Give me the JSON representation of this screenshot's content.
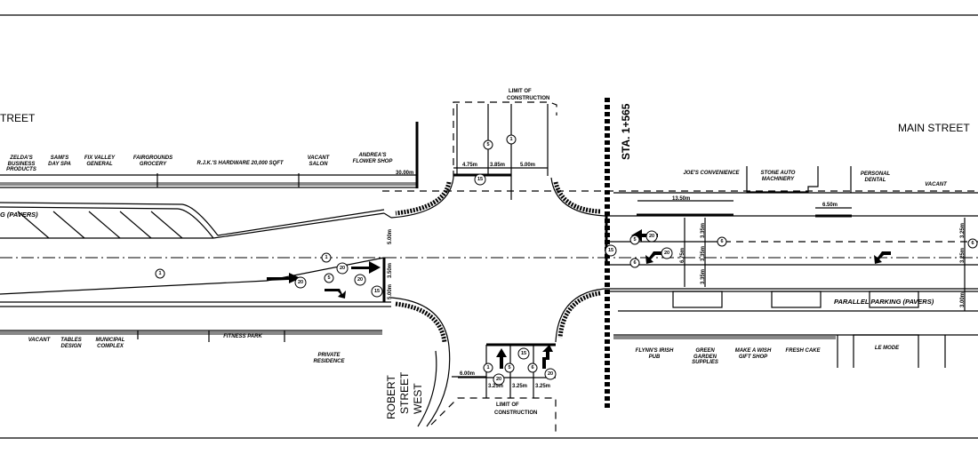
{
  "drawing": {
    "streets": {
      "west_main_partial": "TREET",
      "east_main": "MAIN STREET",
      "south_side": [
        "ROBERT",
        "STREET",
        "WEST"
      ]
    },
    "station": "STA. 1+565",
    "limit_of_construction": [
      "LIMIT OF",
      "CONSTRUCTION"
    ],
    "parking_labels": {
      "west": "G (PAVERS)",
      "east": "PARALLEL PARKING (PAVERS)"
    },
    "dimensions": {
      "north_leg": [
        "4.75m",
        "3.85m",
        "5.00m"
      ],
      "north_frontage": "30.00m",
      "east_parking_1": "13.50m",
      "east_parking_2": "6.50m",
      "east_lanes": [
        "3.35m",
        "3.35m",
        "6.75m",
        "3.35m"
      ],
      "east_lanes_far": [
        "3.25m",
        "3.25m",
        "3.00m"
      ],
      "west_lanes": [
        "5.00m",
        "3.50m",
        "5.00m"
      ],
      "south_leg": [
        "3.25m",
        "3.25m",
        "3.25m"
      ],
      "south_offset": "6.00m"
    },
    "businesses_north": [
      "ZELDA'S BUSINESS PRODUCTS",
      "SAMI'S DAY SPA",
      "FIX VALLEY GENERAL",
      "FAIRGROUNDS GROCERY",
      "R.J.K.'S HARDWARE 20,000 SQFT",
      "VACANT SALON",
      "ANDREA'S FLOWER SHOP",
      "JOE'S CONVENIENCE",
      "STONE AUTO MACHINERY",
      "PERSONAL DENTAL",
      "VACANT"
    ],
    "businesses_south": [
      "VACANT",
      "TABLES DESIGN",
      "MUNICIPAL COMPLEX",
      "FITNESS PARK",
      "PRIVATE RESIDENCE",
      "FLYNN'S IRISH PUB",
      "GREEN GARDEN SUPPLIES",
      "MAKE A WISH GIFT SHOP",
      "FRESH CAKE",
      "LE MODE"
    ],
    "markers": [
      "5",
      "1",
      "15",
      "1",
      "20",
      "5",
      "20",
      "20",
      "15",
      "1",
      "15",
      "5",
      "20",
      "20",
      "6",
      "6",
      "6",
      "15",
      "1",
      "5",
      "6",
      "20",
      "20"
    ]
  }
}
